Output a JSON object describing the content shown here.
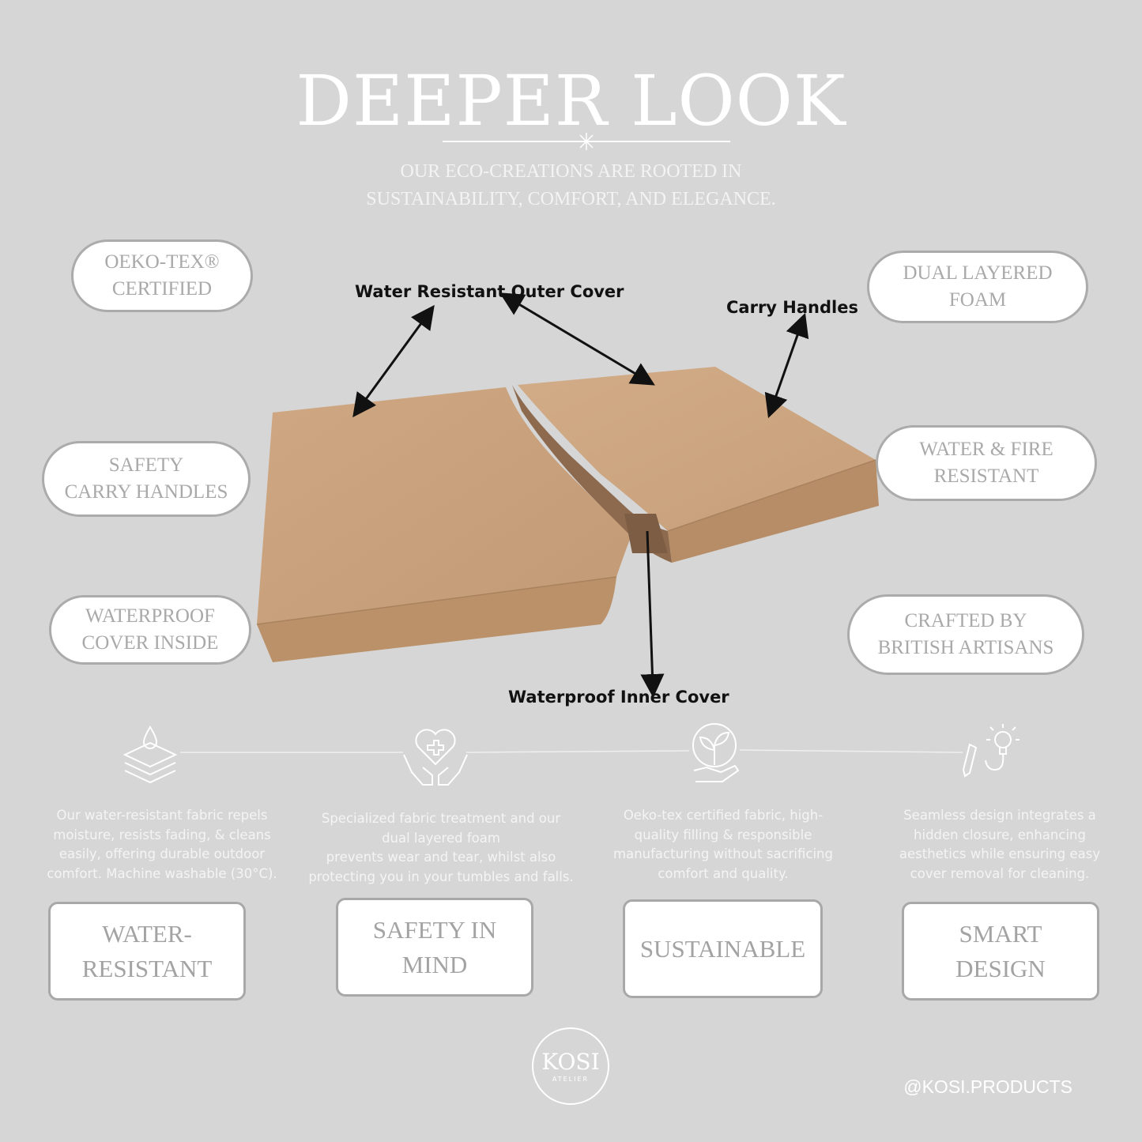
{
  "header": {
    "title": "DEEPER LOOK",
    "subtitle_line1": "OUR ECO-CREATIONS ARE ROOTED IN",
    "subtitle_line2": "SUSTAINABILITY, COMFORT, AND ELEGANCE."
  },
  "features_left": [
    {
      "line1": "OEKO-TEX®",
      "line2": "CERTIFIED"
    },
    {
      "line1": "SAFETY",
      "line2": "CARRY HANDLES"
    },
    {
      "line1": "WATERPROOF",
      "line2": "COVER INSIDE"
    }
  ],
  "features_right": [
    {
      "line1": "DUAL LAYERED",
      "line2": "FOAM"
    },
    {
      "line1": "WATER & FIRE",
      "line2": "RESISTANT"
    },
    {
      "line1": "CRAFTED BY",
      "line2": "BRITISH ARTISANS"
    }
  ],
  "callouts": {
    "outer_cover": "Water Resistant Outer Cover",
    "handles": "Carry Handles",
    "inner_cover": "Waterproof Inner Cover"
  },
  "benefits": [
    {
      "icon": "water-layers-icon",
      "lines": [
        "Our water-resistant fabric repels",
        "moisture, resists fading, & cleans",
        "easily, offering durable outdoor",
        "comfort. Machine washable (30°C)."
      ],
      "title_line1": "WATER-",
      "title_line2": "RESISTANT"
    },
    {
      "icon": "heart-hands-icon",
      "lines": [
        "Specialized fabric treatment and our",
        "dual layered foam",
        "prevents wear and tear, whilst also",
        "protecting you in your tumbles and falls."
      ],
      "title_line1": "SAFETY IN",
      "title_line2": "MIND"
    },
    {
      "icon": "plant-hand-icon",
      "lines": [
        "Oeko-tex certified fabric, high-",
        "quality filling & responsible",
        "manufacturing without sacrificing",
        "comfort and quality."
      ],
      "title_line1": "SUSTAINABLE",
      "title_line2": ""
    },
    {
      "icon": "lightbulb-pencil-icon",
      "lines": [
        "Seamless design integrates a",
        "hidden closure, enhancing",
        "aesthetics while ensuring easy",
        "cover removal for cleaning."
      ],
      "title_line1": "SMART",
      "title_line2": "DESIGN"
    }
  ],
  "logo": {
    "name": "KOSI",
    "sub": "ATELIER"
  },
  "social_handle": "@KOSI.PRODUCTS",
  "colors": {
    "background": "#d6d6d6",
    "mattress": "#c9a17e",
    "accent_text": "#a9a9a9"
  }
}
